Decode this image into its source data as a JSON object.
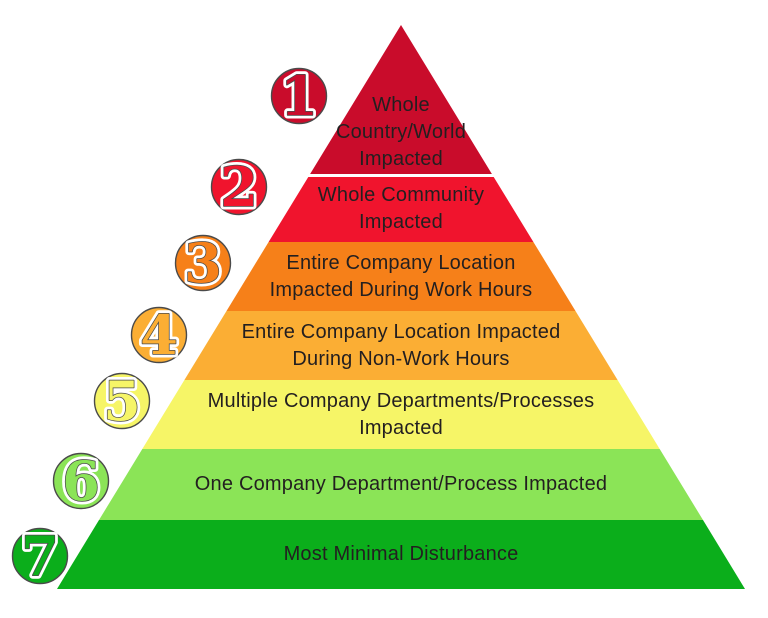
{
  "diagram": {
    "type": "pyramid",
    "text_color": "#231F20",
    "badge_outline_color": "#4A4A4A",
    "separator_color": "#FFFFFF",
    "levels": [
      {
        "number": "1",
        "label": "Whole\nCountry/World\nImpacted",
        "color": "#C90C2B"
      },
      {
        "number": "2",
        "label": "Whole Community\nImpacted",
        "color": "#F0142D"
      },
      {
        "number": "3",
        "label": "Entire Company Location\nImpacted During Work Hours",
        "color": "#F68019"
      },
      {
        "number": "4",
        "label": "Entire Company Location Impacted\nDuring Non-Work Hours",
        "color": "#FBAE34"
      },
      {
        "number": "5",
        "label": "Multiple Company Departments/Processes\nImpacted",
        "color": "#F6F567"
      },
      {
        "number": "6",
        "label": "One Company Department/Process Impacted",
        "color": "#8BE457"
      },
      {
        "number": "7",
        "label": "Most Minimal Disturbance",
        "color": "#0BAE1B"
      }
    ]
  }
}
